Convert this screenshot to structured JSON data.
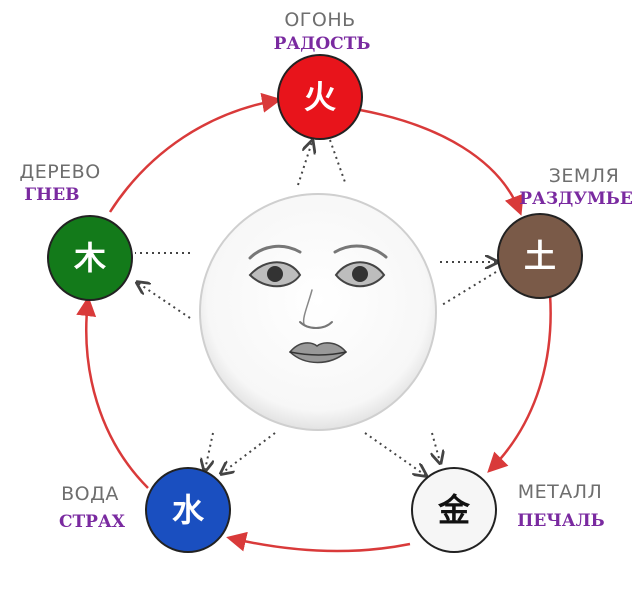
{
  "elements": {
    "fire": {
      "name": "ОГОНЬ",
      "emotion": "РАДОСТЬ",
      "glyph": "火",
      "color": "#e8141b",
      "glyph_color": "#ffffff"
    },
    "earth": {
      "name": "ЗЕМЛЯ",
      "emotion": "РАЗДУМЬЕ",
      "glyph": "土",
      "color": "#7a5a48",
      "glyph_color": "#ffffff"
    },
    "metal": {
      "name": "МЕТАЛЛ",
      "emotion": "ПЕЧАЛЬ",
      "glyph": "金",
      "color": "#f6f6f6",
      "glyph_color": "#111111"
    },
    "water": {
      "name": "ВОДА",
      "emotion": "СТРАХ",
      "glyph": "水",
      "color": "#1a4fc0",
      "glyph_color": "#ffffff"
    },
    "wood": {
      "name": "ДЕРЕВО",
      "emotion": "ГНЕВ",
      "glyph": "木",
      "color": "#137a1a",
      "glyph_color": "#ffffff"
    }
  },
  "cycle_color": "#d93a3a",
  "label_name_color": "#6e6e6e",
  "label_emotion_color": "#7a2aa0"
}
